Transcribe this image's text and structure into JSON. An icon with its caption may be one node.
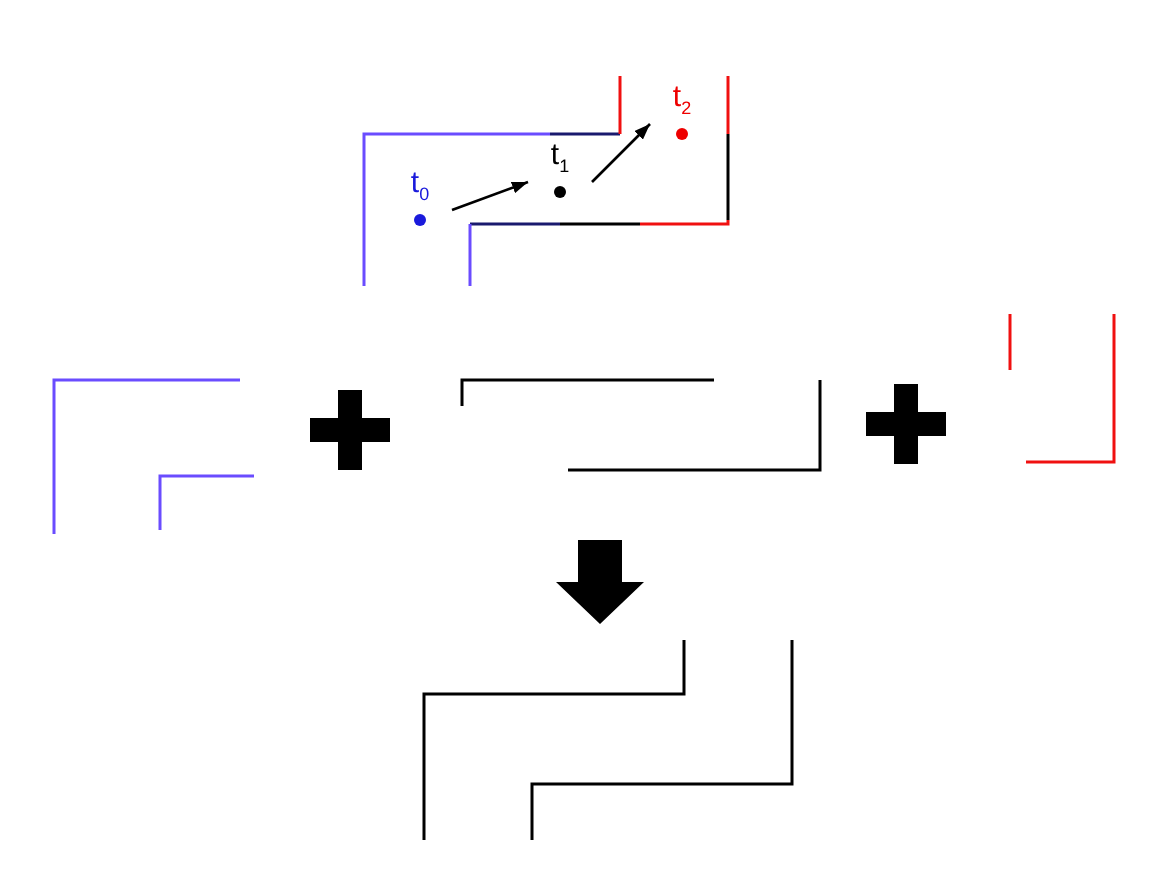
{
  "diagram": {
    "nodes": [
      {
        "text": [
          "t$_{0}$"
        ]
      },
      {
        "text": [
          "t$_{1}$"
        ]
      },
      {
        "text": [
          "t$_{2}$"
        ]
      }
    ],
    "edges": [
      {
        "from": 0,
        "to": 1,
        "arrow": "to"
      },
      {
        "from": 1,
        "to": 2,
        "arrow": "to"
      }
    ]
  }
}
